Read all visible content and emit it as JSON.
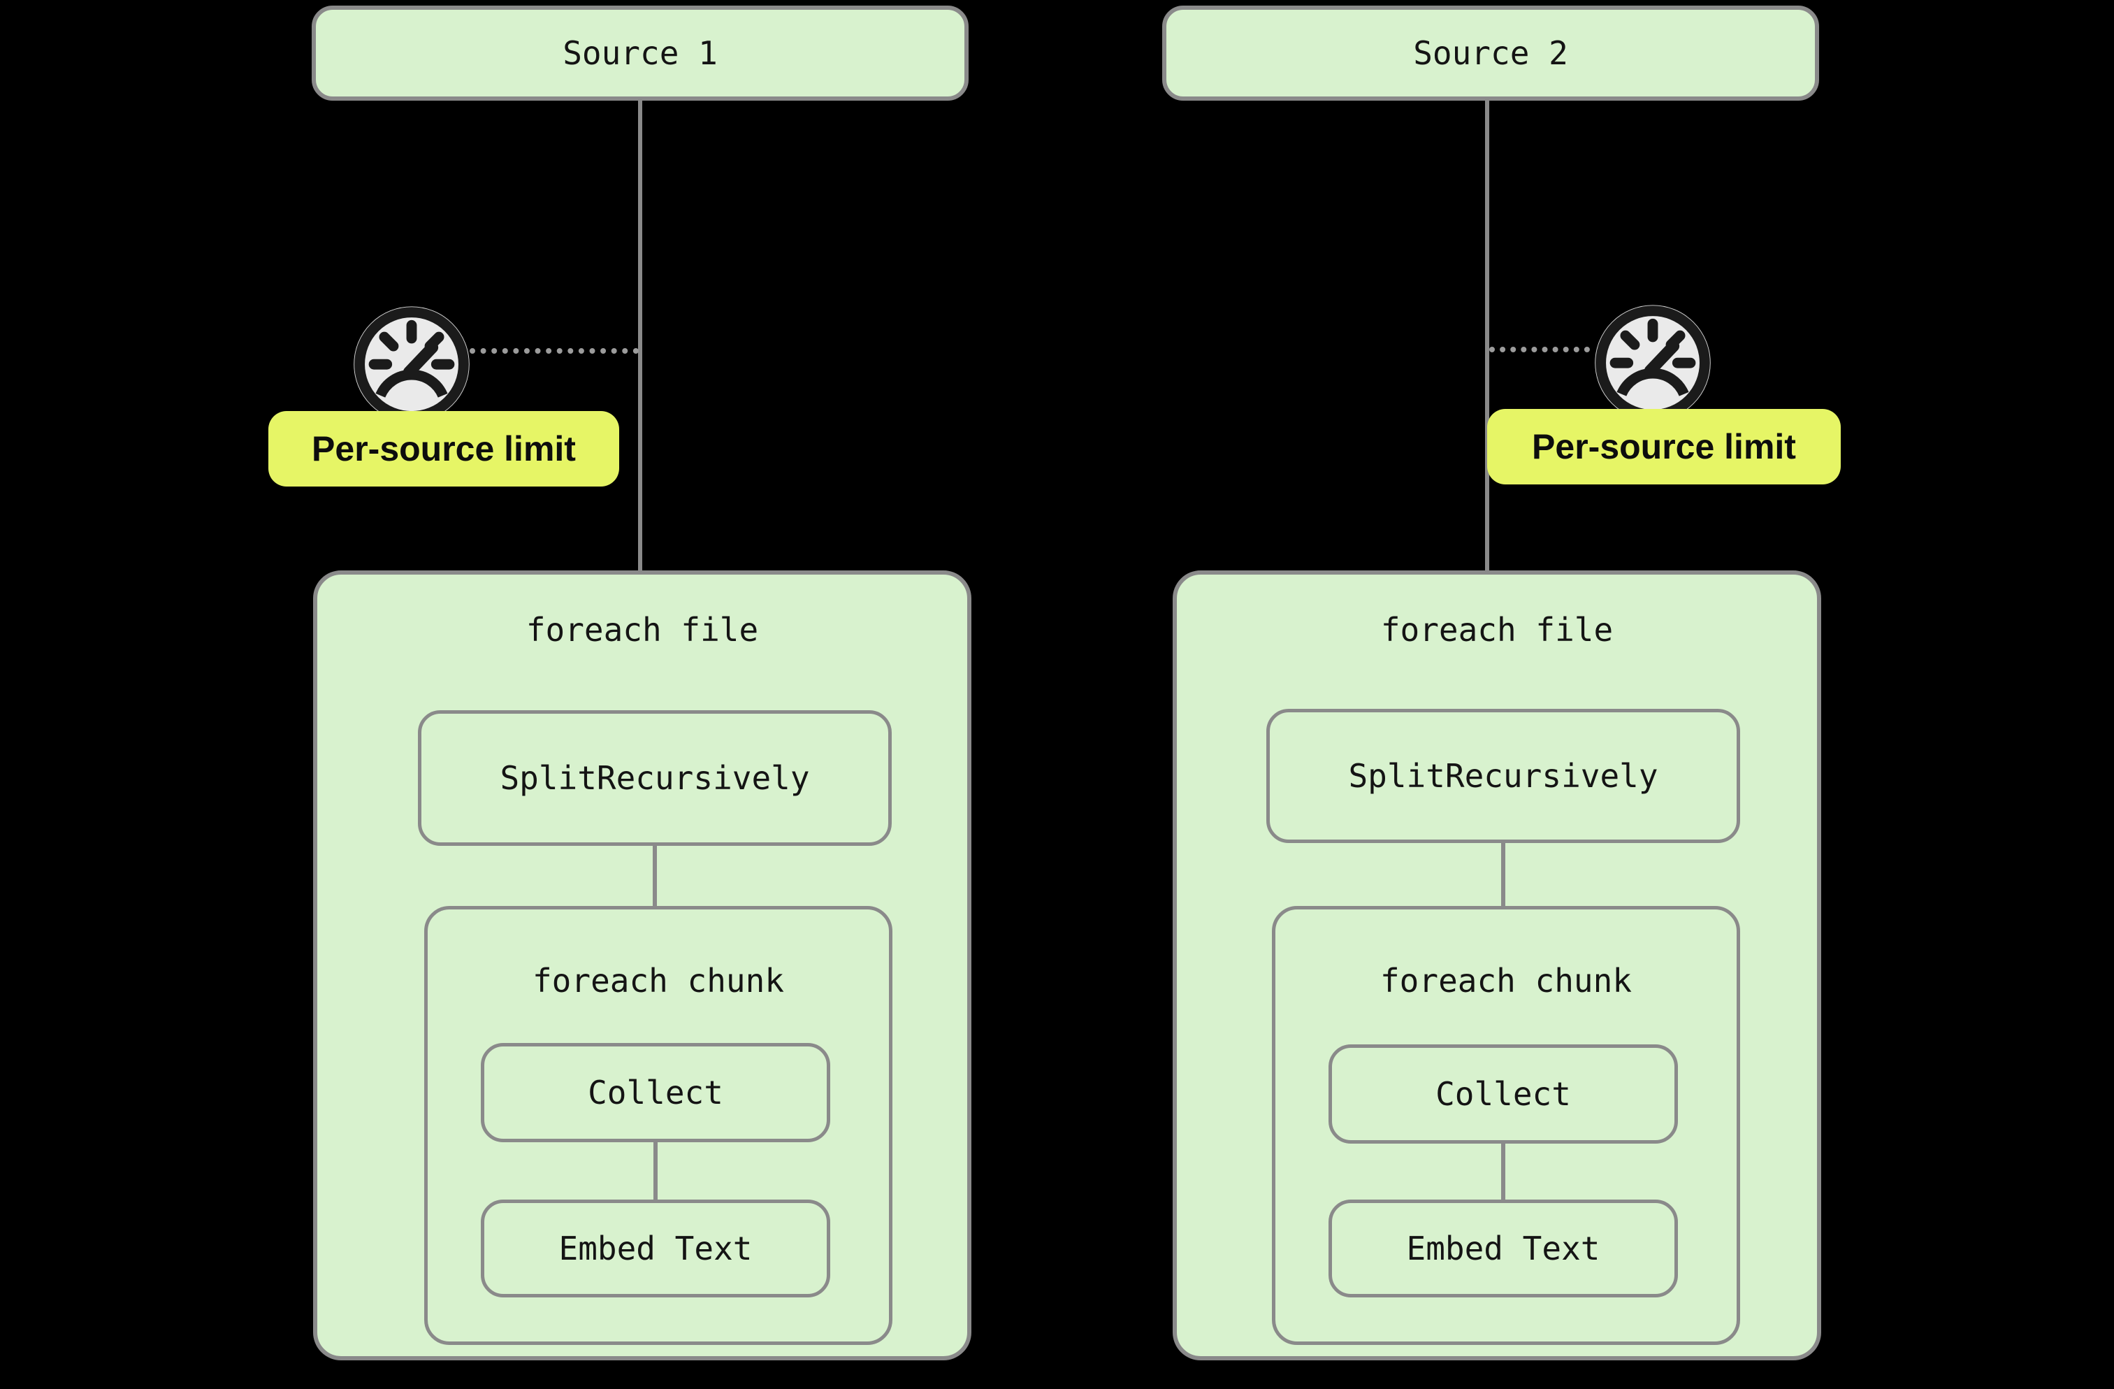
{
  "diagram": {
    "title": "ingestion-pipelines-diagram",
    "colors": {
      "background": "#000000",
      "node_fill": "#d8f2ce",
      "node_border": "#8a8a8a",
      "connector": "#8a8a8a",
      "dotted_connector": "#9c9c9c",
      "limit_fill": "#e6f566",
      "text": "#141414",
      "gauge_face": "#eaeaea",
      "gauge_ink": "#1b1b1b"
    },
    "icons": {
      "gauge": "speedometer-gauge-icon"
    },
    "pipelines": [
      {
        "source_label": "Source 1",
        "limit_label": "Per-source limit",
        "file_loop_label": "foreach file",
        "split_label": "SplitRecursively",
        "chunk_loop_label": "foreach chunk",
        "collect_label": "Collect",
        "embed_label": "Embed Text"
      },
      {
        "source_label": "Source 2",
        "limit_label": "Per-source limit",
        "file_loop_label": "foreach file",
        "split_label": "SplitRecursively",
        "chunk_loop_label": "foreach chunk",
        "collect_label": "Collect",
        "embed_label": "Embed Text"
      }
    ]
  }
}
